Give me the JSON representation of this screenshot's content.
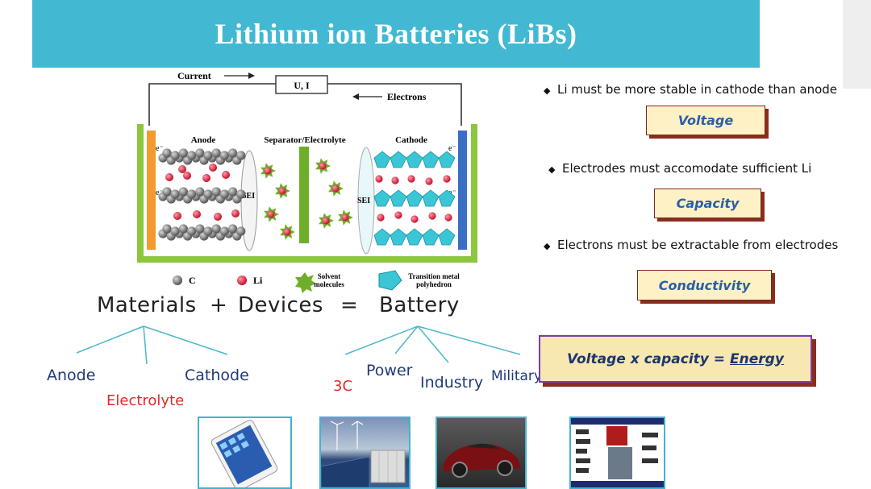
{
  "slide": {
    "title": "Lithium ion Batteries (LiBs)"
  },
  "cell_diagram": {
    "current_label": "Current",
    "ui_label": "U, I",
    "electrons_label": "Electrons",
    "anode_label": "Anode",
    "separator_label": "Separator/Electrolyte",
    "cathode_label": "Cathode",
    "sei_label": "SEI",
    "electron_symbol": "e⁻",
    "legend": {
      "carbon": "C",
      "lithium": "Li",
      "solvent_line1": "Solvent",
      "solvent_line2": "molecules",
      "tm_line1": "Transition metal",
      "tm_line2": "polyhedron"
    },
    "colors": {
      "frame_green": "#8cc63f",
      "anode_collector": "#f29a2e",
      "cathode_collector": "#3a6fc4",
      "carbon": "#7a7a7a",
      "lithium": "#e0213a",
      "polyhedron": "#3bc6d6",
      "solvent": "#6fae2a"
    }
  },
  "equation": {
    "materials": "Materials",
    "plus": "+",
    "devices": "Devices",
    "equals": "=",
    "battery": "Battery"
  },
  "materials_branches": {
    "anode": "Anode",
    "electrolyte": "Electrolyte",
    "cathode": "Cathode"
  },
  "devices_branches": {
    "c3": "3C",
    "power": "Power",
    "industry": "Industry",
    "military": "Military"
  },
  "requirements": [
    {
      "text": "Li must be more stable in cathode than anode",
      "property": "Voltage"
    },
    {
      "text": "Electrodes must accomodate sufficient Li",
      "property": "Capacity"
    },
    {
      "text": "Electrons must be extractable from electrodes",
      "property": "Conductivity"
    }
  ],
  "energy_equation": {
    "prefix": "Voltage x capacity =",
    "energy": "Energy"
  },
  "thumbnails": [
    "tablet-image",
    "power-grid-image",
    "electric-car-image",
    "military-equipment-image"
  ]
}
